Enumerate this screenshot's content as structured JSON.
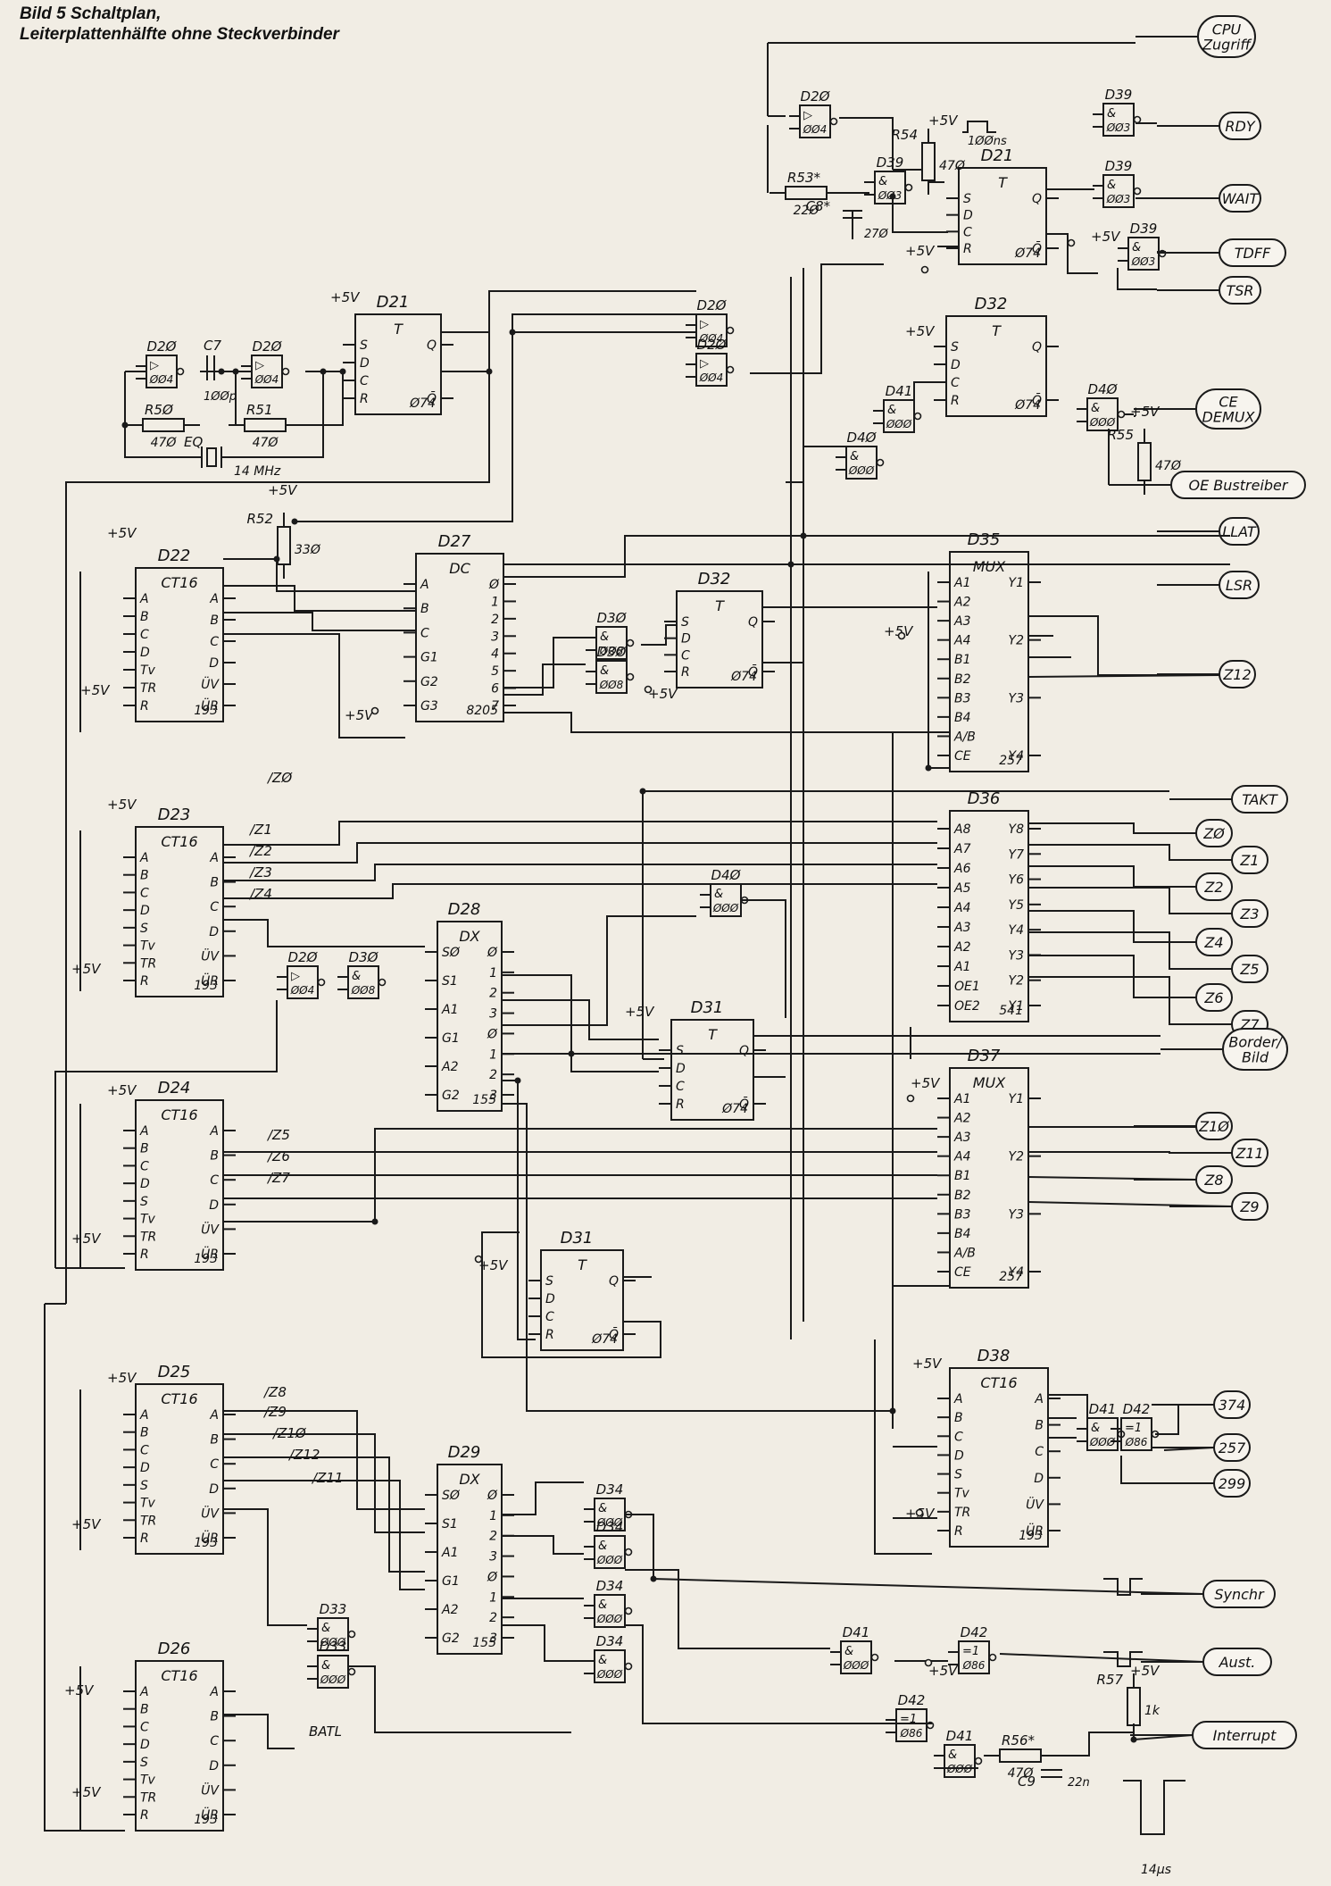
{
  "heading": {
    "line1": "Bild 5  Schaltplan,",
    "line2": "Leiterplattenhälfte ohne Steckverbinder"
  },
  "connectors": [
    {
      "id": "cpu-zugriff",
      "lines": [
        "CPU",
        "Zugriff"
      ]
    },
    {
      "id": "rdy",
      "lines": [
        "RDY"
      ]
    },
    {
      "id": "wait",
      "lines": [
        "WAIT"
      ]
    },
    {
      "id": "tdff",
      "lines": [
        "TDFF"
      ]
    },
    {
      "id": "tsr",
      "lines": [
        "TSR"
      ]
    },
    {
      "id": "ce-demux",
      "lines": [
        "CE",
        "DEMUX"
      ]
    },
    {
      "id": "oe-bustreiber",
      "lines": [
        "OE Bustreiber"
      ]
    },
    {
      "id": "llat",
      "lines": [
        "LLAT"
      ]
    },
    {
      "id": "lsr",
      "lines": [
        "LSR"
      ]
    },
    {
      "id": "z12",
      "lines": [
        "Z12"
      ]
    },
    {
      "id": "takt",
      "lines": [
        "TAKT"
      ]
    },
    {
      "id": "z0",
      "lines": [
        "ZØ"
      ]
    },
    {
      "id": "z1",
      "lines": [
        "Z1"
      ]
    },
    {
      "id": "z2",
      "lines": [
        "Z2"
      ]
    },
    {
      "id": "z3",
      "lines": [
        "Z3"
      ]
    },
    {
      "id": "z4",
      "lines": [
        "Z4"
      ]
    },
    {
      "id": "z5",
      "lines": [
        "Z5"
      ]
    },
    {
      "id": "z6",
      "lines": [
        "Z6"
      ]
    },
    {
      "id": "z7",
      "lines": [
        "Z7"
      ]
    },
    {
      "id": "border-bild",
      "lines": [
        "Border/",
        "Bild"
      ]
    },
    {
      "id": "z10",
      "lines": [
        "Z1Ø"
      ]
    },
    {
      "id": "z11",
      "lines": [
        "Z11"
      ]
    },
    {
      "id": "z8",
      "lines": [
        "Z8"
      ]
    },
    {
      "id": "z9",
      "lines": [
        "Z9"
      ]
    },
    {
      "id": "n374",
      "lines": [
        "374"
      ]
    },
    {
      "id": "n257",
      "lines": [
        "257"
      ]
    },
    {
      "id": "n299",
      "lines": [
        "299"
      ]
    },
    {
      "id": "synchr",
      "lines": [
        "Synchr"
      ]
    },
    {
      "id": "aust",
      "lines": [
        "Aust."
      ]
    },
    {
      "id": "interrupt",
      "lines": [
        "Interrupt"
      ]
    }
  ],
  "chips": [
    {
      "id": "D22",
      "title": "CT16",
      "type": "193",
      "ins": [
        "A",
        "B",
        "C",
        "D",
        "Tv",
        "TR",
        "R"
      ],
      "outs": [
        "A",
        "B",
        "C",
        "D",
        "ÜV",
        "ÜR"
      ]
    },
    {
      "id": "D23",
      "title": "CT16",
      "type": "193",
      "ins": [
        "A",
        "B",
        "C",
        "D",
        "S",
        "Tv",
        "TR",
        "R"
      ],
      "outs": [
        "A",
        "B",
        "C",
        "D",
        "ÜV",
        "ÜR"
      ]
    },
    {
      "id": "D24",
      "title": "CT16",
      "type": "193",
      "ins": [
        "A",
        "B",
        "C",
        "D",
        "S",
        "Tv",
        "TR",
        "R"
      ],
      "outs": [
        "A",
        "B",
        "C",
        "D",
        "ÜV",
        "ÜR"
      ]
    },
    {
      "id": "D25",
      "title": "CT16",
      "type": "193",
      "ins": [
        "A",
        "B",
        "C",
        "D",
        "S",
        "Tv",
        "TR",
        "R"
      ],
      "outs": [
        "A",
        "B",
        "C",
        "D",
        "ÜV",
        "ÜR"
      ]
    },
    {
      "id": "D26",
      "title": "CT16",
      "type": "193",
      "ins": [
        "A",
        "B",
        "C",
        "D",
        "S",
        "Tv",
        "TR",
        "R"
      ],
      "outs": [
        "A",
        "B",
        "C",
        "D",
        "ÜV",
        "ÜR"
      ]
    },
    {
      "id": "D27",
      "title": "DC",
      "type": "8205",
      "ins": [
        "A",
        "B",
        "C",
        "G1",
        "G2",
        "G3"
      ],
      "outs": [
        "Ø",
        "1",
        "2",
        "3",
        "4",
        "5",
        "6",
        "7"
      ]
    },
    {
      "id": "D28",
      "title": "DX",
      "type": "155",
      "ins": [
        "SØ",
        "S1",
        "A1",
        "G1",
        "A2",
        "G2"
      ],
      "outs": [
        "Ø",
        "1",
        "2",
        "3",
        "Ø",
        "1",
        "2",
        "3"
      ]
    },
    {
      "id": "D29",
      "title": "DX",
      "type": "155",
      "ins": [
        "SØ",
        "S1",
        "A1",
        "G1",
        "A2",
        "G2"
      ],
      "outs": [
        "Ø",
        "1",
        "2",
        "3",
        "Ø",
        "1",
        "2",
        "3"
      ]
    },
    {
      "id": "D35",
      "title": "MUX",
      "type": "257",
      "ins": [
        "A1",
        "A2",
        "A3",
        "A4",
        "B1",
        "B2",
        "B3",
        "B4",
        "A/B",
        "CE"
      ],
      "outs": [
        "Y1",
        "Y2",
        "Y3",
        "Y4"
      ]
    },
    {
      "id": "D36",
      "title": "",
      "type": "541",
      "ins": [
        "A8",
        "A7",
        "A6",
        "A5",
        "A4",
        "A3",
        "A2",
        "A1",
        "OE1",
        "OE2"
      ],
      "outs": [
        "Y8",
        "Y7",
        "Y6",
        "Y5",
        "Y4",
        "Y3",
        "Y2",
        "Y1"
      ]
    },
    {
      "id": "D37",
      "title": "MUX",
      "type": "257",
      "ins": [
        "A1",
        "A2",
        "A3",
        "A4",
        "B1",
        "B2",
        "B3",
        "B4",
        "A/B",
        "CE"
      ],
      "outs": [
        "Y1",
        "Y2",
        "Y3",
        "Y4"
      ]
    },
    {
      "id": "D38",
      "title": "CT16",
      "type": "193",
      "ins": [
        "A",
        "B",
        "C",
        "D",
        "S",
        "Tv",
        "TR",
        "R"
      ],
      "outs": [
        "A",
        "B",
        "C",
        "D",
        "ÜV",
        "ÜR"
      ]
    },
    {
      "id": "D21a",
      "label": "D21",
      "title": "T",
      "type": "Ø74",
      "ins": [
        "S",
        "D",
        "C",
        "R"
      ],
      "outs": [
        "Q",
        "Q̄"
      ]
    },
    {
      "id": "D21b",
      "label": "D21",
      "title": "T",
      "type": "Ø74",
      "ins": [
        "S",
        "D",
        "C",
        "R"
      ],
      "outs": [
        "Q",
        "Q̄"
      ]
    },
    {
      "id": "D32a",
      "label": "D32",
      "title": "T",
      "type": "Ø74",
      "ins": [
        "S",
        "D",
        "C",
        "R"
      ],
      "outs": [
        "Q",
        "Q̄"
      ]
    },
    {
      "id": "D32b",
      "label": "D32",
      "title": "T",
      "type": "Ø74",
      "ins": [
        "S",
        "D",
        "C",
        "R"
      ],
      "outs": [
        "Q",
        "Q̄"
      ]
    },
    {
      "id": "D31a",
      "label": "D31",
      "title": "T",
      "type": "Ø74",
      "ins": [
        "S",
        "D",
        "C",
        "R"
      ],
      "outs": [
        "Q",
        "Q̄"
      ]
    },
    {
      "id": "D31b",
      "label": "D31",
      "title": "T",
      "type": "Ø74",
      "ins": [
        "S",
        "D",
        "C",
        "R"
      ],
      "outs": [
        "Q",
        "Q̄"
      ]
    }
  ],
  "gates": [
    {
      "label": "D2Ø",
      "type": "ØØ4"
    },
    {
      "label": "D2Ø",
      "type": "ØØ4"
    },
    {
      "label": "D2Ø",
      "type": "ØØ4"
    },
    {
      "label": "D2Ø",
      "type": "ØØ4"
    },
    {
      "label": "D2Ø",
      "type": "ØØ4"
    },
    {
      "label": "D2Ø",
      "type": "ØØ4"
    },
    {
      "label": "D39",
      "type": "ØØ3"
    },
    {
      "label": "D39",
      "type": "ØØ3"
    },
    {
      "label": "D39",
      "type": "ØØ3"
    },
    {
      "label": "D39",
      "type": "ØØ3"
    },
    {
      "label": "D42",
      "type": "Ø86"
    },
    {
      "label": "D42",
      "type": "Ø86"
    },
    {
      "label": "D42",
      "type": "Ø86"
    },
    {
      "label": "D41",
      "type": "ØØØ"
    },
    {
      "label": "D41",
      "type": "ØØØ"
    },
    {
      "label": "D41",
      "type": "ØØØ"
    },
    {
      "label": "D41",
      "type": "ØØØ"
    },
    {
      "label": "D4Ø",
      "type": "ØØØ"
    },
    {
      "label": "D4Ø",
      "type": "ØØØ"
    },
    {
      "label": "D4Ø",
      "type": "ØØØ"
    },
    {
      "label": "D3Ø",
      "type": "ØØ8"
    },
    {
      "label": "D3Ø",
      "type": "ØØ8"
    },
    {
      "label": "D3Ø",
      "type": "ØØ8"
    },
    {
      "label": "D33",
      "type": "ØØØ"
    },
    {
      "label": "D33",
      "type": "ØØØ"
    },
    {
      "label": "D34",
      "type": "ØØØ"
    },
    {
      "label": "D34",
      "type": "ØØØ"
    },
    {
      "label": "D34",
      "type": "ØØØ"
    },
    {
      "label": "D34",
      "type": "ØØØ"
    }
  ],
  "passives": [
    {
      "label": "R5Ø",
      "value": "47Ø"
    },
    {
      "label": "R51",
      "value": "47Ø"
    },
    {
      "label": "C7",
      "value": "1ØØp"
    },
    {
      "label": "EQ",
      "value": "14 MHz"
    },
    {
      "label": "R52",
      "value": "33Ø"
    },
    {
      "label": "R53*",
      "value": "22Ø"
    },
    {
      "label": "C8*",
      "value": "27Ø"
    },
    {
      "label": "R54",
      "value": "47Ø"
    },
    {
      "label": "R55",
      "value": "47Ø"
    },
    {
      "label": "R56*",
      "value": "47Ø"
    },
    {
      "label": "C9",
      "value": "22n"
    },
    {
      "label": "R57",
      "value": "1k"
    }
  ],
  "labels": {
    "supply": "+5V",
    "pulse_100ns": "1ØØns",
    "pulse_14us": "14μs",
    "batl": "BATL",
    "signal_z0": "/ZØ",
    "signal_z1": "/Z1",
    "signal_z2": "/Z2",
    "signal_z3": "/Z3",
    "signal_z4": "/Z4",
    "signal_z5": "/Z5",
    "signal_z6": "/Z6",
    "signal_z7": "/Z7",
    "signal_z8": "/Z8",
    "signal_z9": "/Z9",
    "signal_z10": "/Z1Ø",
    "signal_z11": "/Z11",
    "signal_z12": "/Z12"
  }
}
